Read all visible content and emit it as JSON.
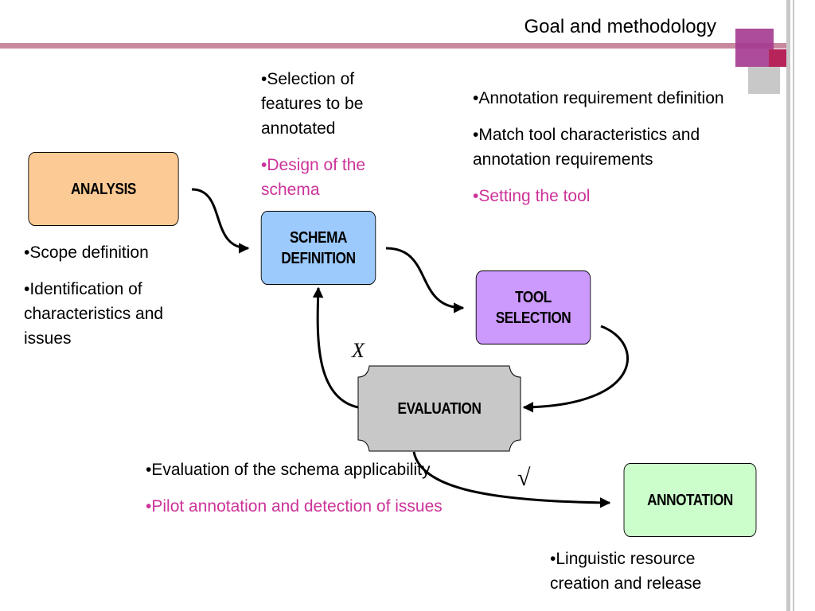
{
  "title": "Goal and methodology",
  "boxes": {
    "analysis": "ANALYSIS",
    "schema_line1": "SCHEMA",
    "schema_line2": "DEFINITION",
    "tool_line1": "TOOL",
    "tool_line2": "SELECTION",
    "evaluation": "EVALUATION",
    "annotation": "ANNOTATION"
  },
  "notes": {
    "analysis": [
      "•Scope definition",
      "•Identification of characteristics and issues"
    ],
    "schema": [
      "•Selection of features to be annotated"
    ],
    "schema_highlight": "•Design of the schema",
    "tool": [
      "•Annotation requirement definition",
      "•Match tool characteristics and annotation requirements"
    ],
    "tool_highlight": "•Setting the tool",
    "evaluation": [
      "•Evaluation of the schema applicability"
    ],
    "evaluation_highlight": "•Pilot annotation and detection of issues",
    "annotation": [
      "•Linguistic resource creation and release"
    ]
  },
  "marks": {
    "reject": "X",
    "accept": "√"
  },
  "colors": {
    "analysis_fill": "#fcca94",
    "schema_fill": "#9ccafd",
    "tool_fill": "#cc99fd",
    "evaluation_fill": "#c8c8c8",
    "annotation_fill": "#ccfecc",
    "highlight_text": "#cc3399",
    "accent_line": "#c8899f"
  }
}
